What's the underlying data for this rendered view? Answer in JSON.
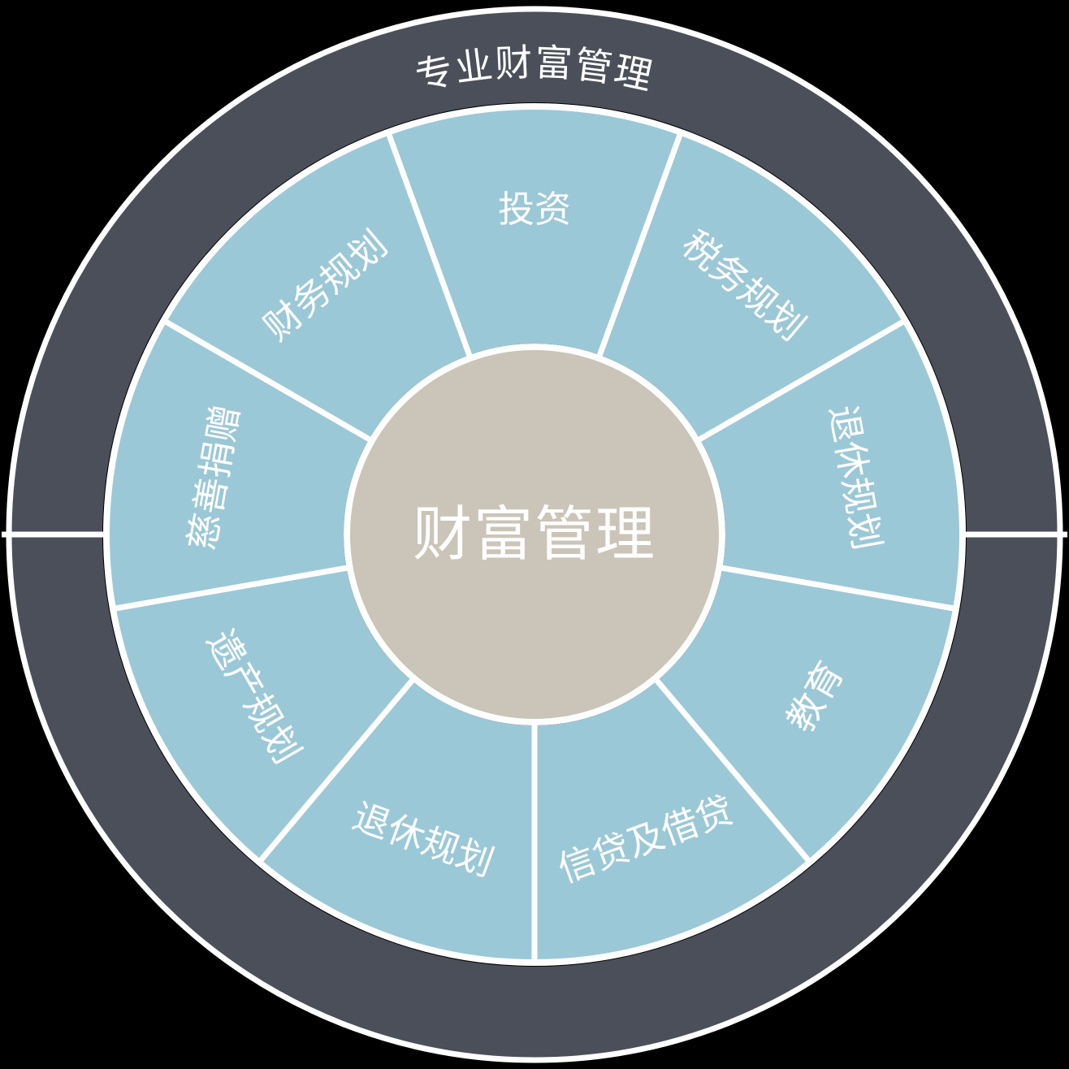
{
  "diagram": {
    "type": "concentric-wheel",
    "outer_ring": {
      "label": "专业财富管理"
    },
    "center": {
      "label": "财富管理"
    },
    "segments": [
      {
        "label": "投资",
        "angle_deg": -90
      },
      {
        "label": "税务规划",
        "angle_deg": -50
      },
      {
        "label": "退休规划",
        "angle_deg": -10
      },
      {
        "label": "教育",
        "angle_deg": 30
      },
      {
        "label": "信贷及借贷",
        "angle_deg": 70
      },
      {
        "label": "退休规划",
        "angle_deg": 110
      },
      {
        "label": "遗产规划",
        "angle_deg": 150
      },
      {
        "label": "慈善捐赠",
        "angle_deg": 190
      },
      {
        "label": "财务规划",
        "angle_deg": 230
      }
    ],
    "colors": {
      "background": "#000000",
      "outer_ring": "#4a4f59",
      "segment_ring": "#9bc8d7",
      "center_circle": "#cbc4b8",
      "dividers_and_text": "#ffffff"
    }
  }
}
